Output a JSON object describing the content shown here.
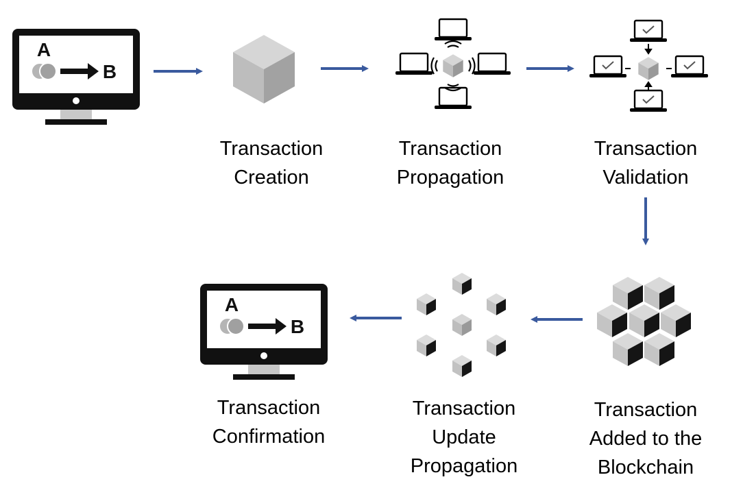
{
  "monitor": {
    "from": "A",
    "to": "B"
  },
  "steps": [
    {
      "lines": [
        "Transaction",
        "Creation"
      ]
    },
    {
      "lines": [
        "Transaction",
        "Propagation"
      ]
    },
    {
      "lines": [
        "Transaction",
        "Validation"
      ]
    },
    {
      "lines": [
        "Transaction",
        "Added to the",
        "Blockchain"
      ]
    },
    {
      "lines": [
        "Transaction",
        "Update",
        "Propagation"
      ]
    },
    {
      "lines": [
        "Transaction",
        "Confirmation"
      ]
    }
  ],
  "colors": {
    "arrow": "#3a5a9e",
    "screen_dark": "#111111",
    "cube_top": "#d2d2d2",
    "cube_left": "#b8b8b8",
    "cube_right": "#999999"
  }
}
